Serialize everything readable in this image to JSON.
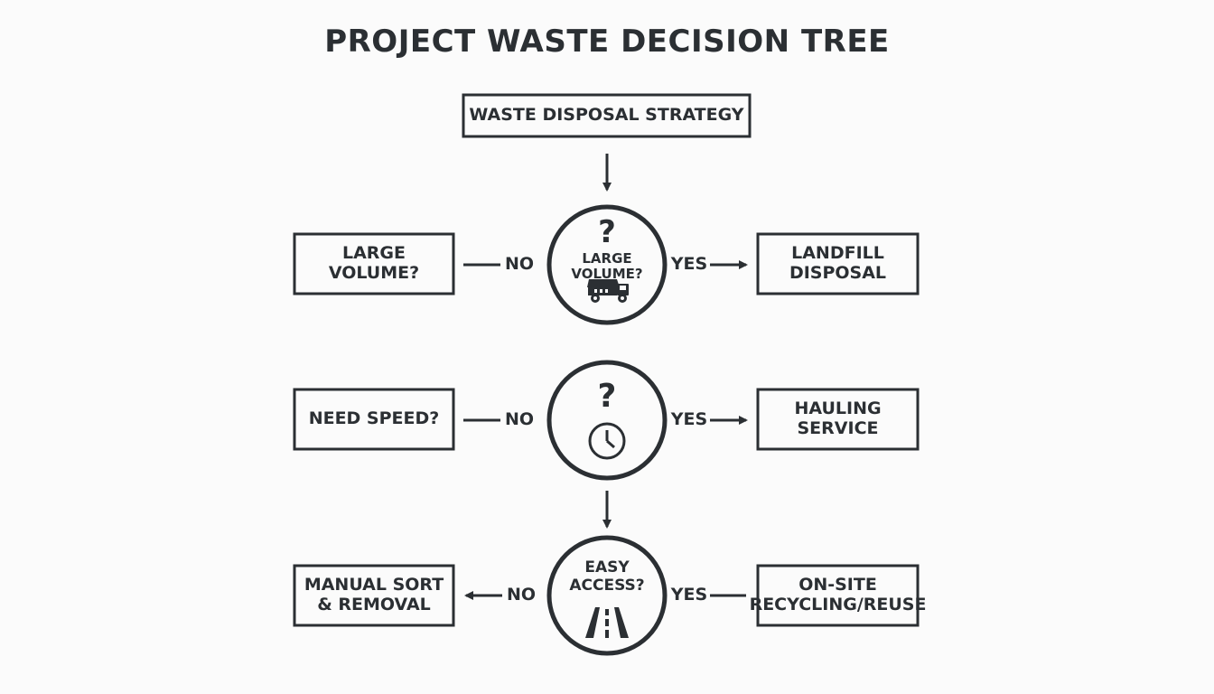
{
  "title": "PROJECT WASTE DECISION TREE",
  "start": "WASTE DISPOSAL STRATEGY",
  "rows": [
    {
      "left_box": "LARGE VOLUME?",
      "no_label": "NO",
      "circle_text": "LARGE VOLUME?",
      "circle_mark": "?",
      "circle_icon": "dump-truck-icon",
      "yes_label": "YES",
      "right_box": "LANDFILL DISPOSAL"
    },
    {
      "left_box": "NEED SPEED?",
      "no_label": "NO",
      "circle_text": "",
      "circle_mark": "?",
      "circle_icon": "clock-icon",
      "yes_label": "YES",
      "right_box": "HAULING SERVICE"
    },
    {
      "left_box": "MANUAL SORT & REMOVAL",
      "no_label": "NO",
      "circle_text": "EASY ACCESS?",
      "circle_mark": "",
      "circle_icon": "road-icon",
      "yes_label": "YES",
      "right_box": "ON-SITE RECYCLING/REUSE"
    }
  ],
  "colors": {
    "ink": "#2b2f33",
    "background": "#fbfbfb"
  }
}
